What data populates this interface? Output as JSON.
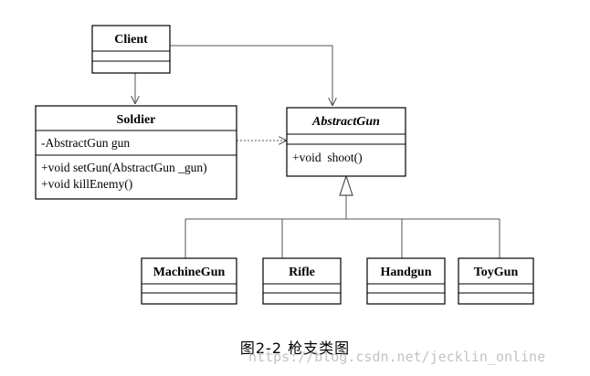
{
  "classes": {
    "client": {
      "name": "Client",
      "attributes": [],
      "methods": []
    },
    "soldier": {
      "name": "Soldier",
      "attributes": [
        "-AbstractGun gun"
      ],
      "methods": [
        "+void setGun(AbstractGun _gun)",
        "+void killEnemy()"
      ]
    },
    "abstract_gun": {
      "name": "AbstractGun",
      "abstract": true,
      "attributes": [],
      "methods": [
        "+void  shoot()"
      ]
    },
    "machine_gun": {
      "name": "MachineGun",
      "attributes": [],
      "methods": []
    },
    "rifle": {
      "name": "Rifle",
      "attributes": [],
      "methods": []
    },
    "handgun": {
      "name": "Handgun",
      "attributes": [],
      "methods": []
    },
    "toy_gun": {
      "name": "ToyGun",
      "attributes": [],
      "methods": []
    }
  },
  "relationships": [
    {
      "from": "Client",
      "to": "Soldier",
      "type": "association"
    },
    {
      "from": "Client",
      "to": "AbstractGun",
      "type": "association"
    },
    {
      "from": "Soldier",
      "to": "AbstractGun",
      "type": "dependency"
    },
    {
      "from": "MachineGun",
      "to": "AbstractGun",
      "type": "generalization"
    },
    {
      "from": "Rifle",
      "to": "AbstractGun",
      "type": "generalization"
    },
    {
      "from": "Handgun",
      "to": "AbstractGun",
      "type": "generalization"
    },
    {
      "from": "ToyGun",
      "to": "AbstractGun",
      "type": "generalization"
    }
  ],
  "caption": "图2-2 枪支类图",
  "watermark": "https://blog.csdn.net/jecklin_online"
}
